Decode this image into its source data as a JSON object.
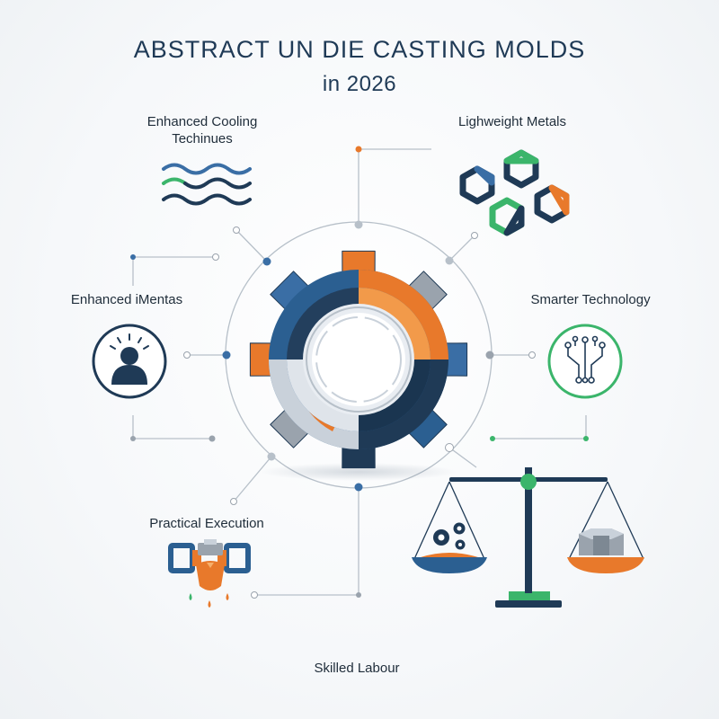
{
  "title": {
    "line1": "ABSTRACT UN DIE CASTING MOLDS",
    "line2": "in 2026"
  },
  "nodes": [
    {
      "id": "cooling",
      "lines": [
        "Enhanced Cooling",
        "Techinues"
      ],
      "icon": "waves-icon"
    },
    {
      "id": "metals",
      "lines": [
        "Lighweight Metals"
      ],
      "icon": "hexagons-icon"
    },
    {
      "id": "mentas",
      "lines": [
        "Enhanced iMentas"
      ],
      "icon": "person-icon"
    },
    {
      "id": "technology",
      "lines": [
        "Smarter Technology"
      ],
      "icon": "circuit-icon"
    },
    {
      "id": "execution",
      "lines": [
        "Practical Execution"
      ],
      "icon": "mold-pour-icon"
    },
    {
      "id": "labour",
      "lines": [
        "Skilled Labour"
      ],
      "icon": "balance-scale-icon"
    }
  ],
  "center_icon": "gear-icon",
  "colors": {
    "navy": "#1f3a56",
    "blue": "#3a6ea5",
    "orange": "#e8792b",
    "green": "#3bb56b",
    "gray": "#9aa3ad"
  }
}
